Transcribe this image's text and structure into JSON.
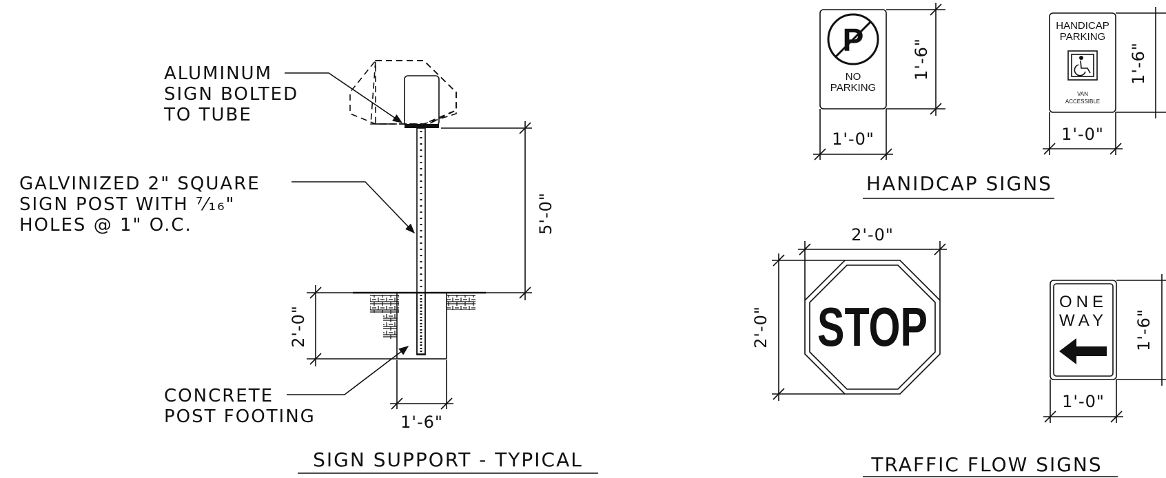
{
  "support_detail": {
    "callouts": {
      "sign_line1": "ALUMINUM",
      "sign_line2": "SIGN BOLTED",
      "sign_line3": "TO TUBE",
      "post_line1": "GALVINIZED 2\" SQUARE",
      "post_line2": "SIGN POST WITH ⁷⁄₁₆\"",
      "post_line3": "HOLES @ 1\" O.C.",
      "footing_line1": "CONCRETE",
      "footing_line2": "POST FOOTING"
    },
    "dims": {
      "post_height": "5'-0\"",
      "footing_depth": "2'-0\"",
      "footing_width": "1'-6\""
    },
    "title": "SIGN SUPPORT - TYPICAL"
  },
  "handicap_signs": {
    "title": "HANIDCAP SIGNS",
    "no_parking": {
      "line1": "NO",
      "line2": "PARKING",
      "height": "1'-6\"",
      "width": "1'-0\""
    },
    "handicap_parking": {
      "line1": "HANDICAP",
      "line2": "PARKING",
      "line3": "VAN",
      "line4": "ACCESSIBLE",
      "height": "1'-6\"",
      "width": "1'-0\""
    }
  },
  "traffic_flow_signs": {
    "title": "TRAFFIC FLOW SIGNS",
    "stop": {
      "text": "STOP",
      "width": "2'-0\"",
      "height": "2'-0\""
    },
    "one_way": {
      "line1": "ONE",
      "line2": "WAY",
      "height": "1'-6\"",
      "width": "1'-0\""
    }
  }
}
